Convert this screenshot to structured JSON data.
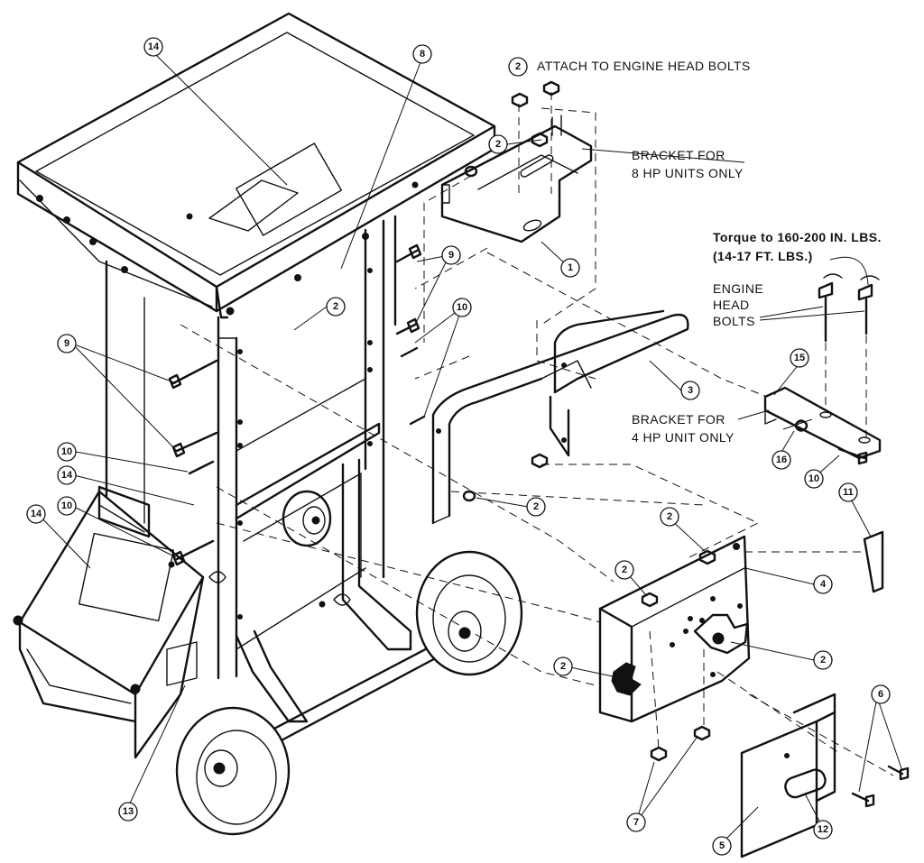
{
  "notes": {
    "attach": "ATTACH TO ENGINE HEAD BOLTS",
    "bracket8_line1": "BRACKET FOR",
    "bracket8_line2": "8 HP UNITS ONLY",
    "torque_line1": "Torque to 160-200 IN. LBS.",
    "torque_line2": "(14-17 FT. LBS.)",
    "engine_line1": "ENGINE",
    "engine_line2": "HEAD",
    "engine_line3": "BOLTS",
    "bracket4_line1": "BRACKET FOR",
    "bracket4_line2": "4 HP UNIT ONLY"
  },
  "callouts": {
    "c1": "1",
    "c2": "2",
    "c3": "3",
    "c4": "4",
    "c5": "5",
    "c6": "6",
    "c7": "7",
    "c8": "8",
    "c9": "9",
    "c10": "10",
    "c11": "11",
    "c12": "12",
    "c13": "13",
    "c14": "14",
    "c15": "15",
    "c16": "16"
  }
}
